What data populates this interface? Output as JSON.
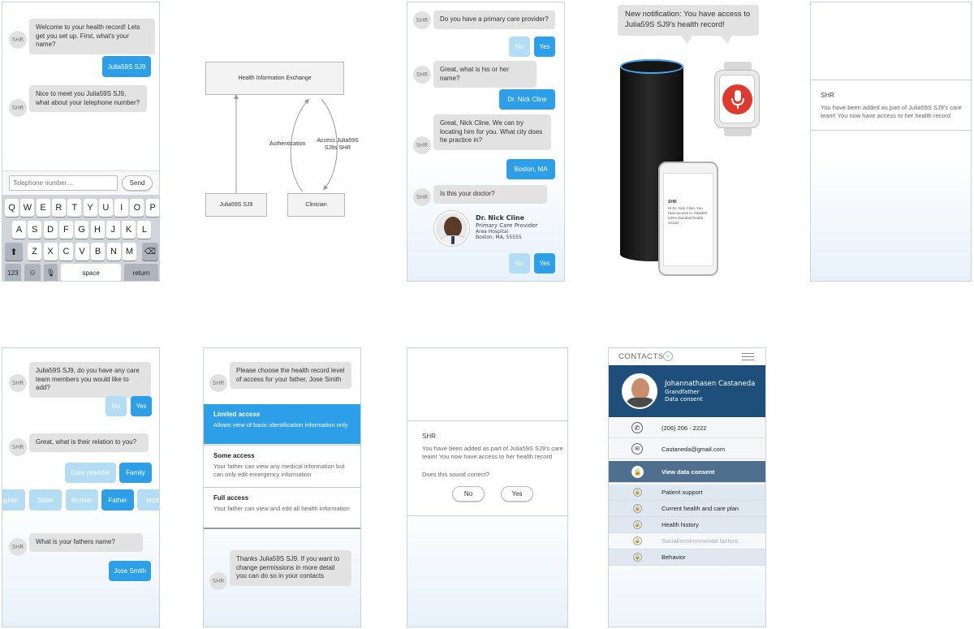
{
  "avatar_label": "SHR",
  "p1": {
    "bot1": "Welcome to your health record! Lets get you set up. First, what's your name?",
    "user1": "Julia59S SJ9",
    "bot2": "Nice to meet you Julia59S SJ9, what about your telephone number?",
    "input_placeholder": "Telephone number…",
    "send": "Send",
    "row1": [
      "Q",
      "W",
      "E",
      "R",
      "T",
      "Y",
      "U",
      "I",
      "O",
      "P"
    ],
    "row2": [
      "A",
      "S",
      "D",
      "F",
      "G",
      "H",
      "J",
      "K",
      "L"
    ],
    "row3": [
      "Z",
      "X",
      "C",
      "V",
      "B",
      "N",
      "M"
    ],
    "num_key": "123",
    "space": "space",
    "return": "return"
  },
  "p2": {
    "hie": "Health Information Exchange",
    "patient": "Julia59S SJ9",
    "clinician": "Clinician",
    "auth": "Authentication",
    "access": "Access Julia59S SJ9s SHR"
  },
  "p3": {
    "q1": "Do you have a primary care provider?",
    "no": "No",
    "yes": "Yes",
    "q2": "Great, what is his or her name?",
    "a2": "Dr. Nick Cline",
    "q3": "Great, Nick Cline. We can try locating him for you. What city does he practice in?",
    "a3": "Boston, MA",
    "q4": "Is this your doctor?",
    "doc_name": "Dr. Nick Cline",
    "doc_role": "Primary Care Provider",
    "doc_org": "Area Hospital",
    "doc_loc": "Boston, MA, 55555"
  },
  "p4": {
    "notification": "New notification: You have access to Julia59S SJ9's health record!",
    "phone_title": "SHR",
    "phone_msg": "Hi Dr. Nick Cline. You have access to Julia59S SJ9's standard health record"
  },
  "p5": {
    "title": "SHR",
    "msg": "You have been added as part of Julia59S SJ9's care team! You now have access to her health record"
  },
  "p6": {
    "q1": "Julia59S SJ9, do you have any care team members you would like to add?",
    "no": "No",
    "yes": "Yes",
    "q2": "Great, what is their relation to you?",
    "care_provider": "Care provider",
    "family": "Family",
    "relations": [
      "ughter",
      "Sister",
      "Brother",
      "Father",
      "Moth"
    ],
    "q3": "What is your fathers name?",
    "a3": "Jose Smith"
  },
  "p7": {
    "q": "Please choose the health record level of access for your father, Jose Smith",
    "opt1_title": "Limited access",
    "opt1_desc": "Allows view of basic identification information only",
    "opt2_title": "Some access",
    "opt2_desc": "Your father can view any medical information but can only edit emergency information",
    "opt3_title": "Full access",
    "opt3_desc": "Your father can view and edit all health information",
    "thanks": "Thanks Julia59S SJ9. If you want to change permissions in more detail you can do so in your contacts"
  },
  "p8": {
    "title": "SHR",
    "msg": "You have been added as part of Julia59S SJ9's care team! You now have access to her health record",
    "question": "Does this sound correct?",
    "no": "No",
    "yes": "Yes"
  },
  "p9": {
    "header": "CONTACTS",
    "name": "Johannathasen Castaneda",
    "relation": "Grandfather",
    "consent": "Data consent",
    "phone": "(206) 206 - 2222",
    "email": "Castaneda@gmail.com",
    "view_consent": "View data consent",
    "items": [
      "Patient support",
      "Current health and care plan",
      "Health history",
      "Social/environmental factors",
      "Behavior"
    ]
  },
  "colors": {
    "accent": "#2d9ee8",
    "light_accent": "#b3dcf5",
    "navy": "#1e4f7a"
  }
}
